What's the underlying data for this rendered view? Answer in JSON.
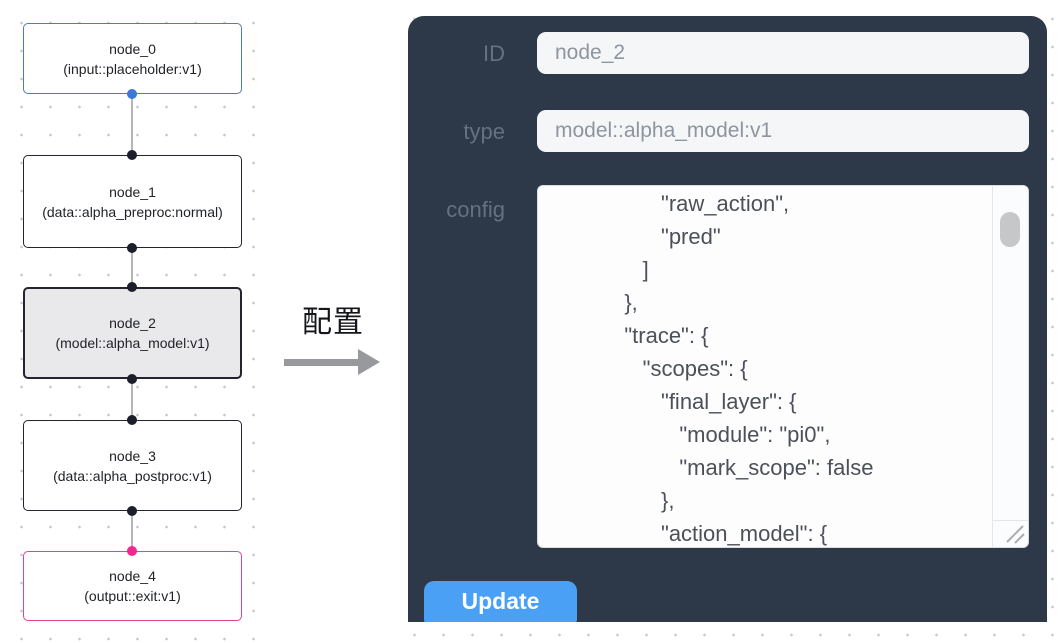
{
  "flowchart": {
    "nodes": [
      {
        "title": "node_0",
        "subtitle": "(input::placeholder:v1)"
      },
      {
        "title": "node_1",
        "subtitle": "(data::alpha_preproc:normal)"
      },
      {
        "title": "node_2",
        "subtitle": "(model::alpha_model:v1)"
      },
      {
        "title": "node_3",
        "subtitle": "(data::alpha_postproc:v1)"
      },
      {
        "title": "node_4",
        "subtitle": "(output::exit:v1)"
      }
    ]
  },
  "transition": {
    "label": "配置"
  },
  "panel": {
    "id_field": {
      "label": "ID",
      "value": "node_2"
    },
    "type_field": {
      "label": "type",
      "value": "model::alpha_model:v1"
    },
    "config_field": {
      "label": "config",
      "value": "         \"raw_action\",\n         \"pred\"\n      ]\n   },\n   \"trace\": {\n      \"scopes\": {\n         \"final_layer\": {\n            \"module\": \"pi0\",\n            \"mark_scope\": false\n         },\n         \"action_model\": {"
    },
    "update_button": {
      "label": "Update"
    }
  },
  "colors": {
    "panel-bg": "#2d3848",
    "accent-blue": "#4aa0f5",
    "node-input-border": "#4d7ac8",
    "node-output-border": "#e54291",
    "node-default-border": "#23242f",
    "node-selected-bg": "#e9e9eb",
    "port-blue": "#3b78d8",
    "port-pink": "#f7258e",
    "port-dark": "#1d1e2c"
  }
}
